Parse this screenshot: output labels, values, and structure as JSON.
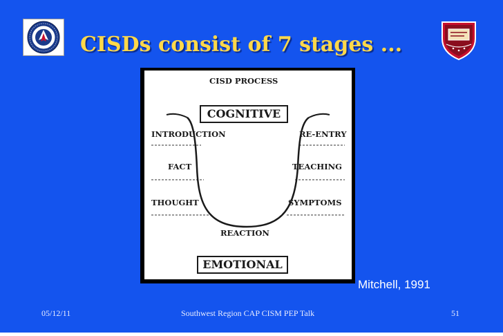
{
  "slide": {
    "title": "CISDs consist of 7 stages ...",
    "citation": "Mitchell, 1991"
  },
  "diagram": {
    "heading": "CISD PROCESS",
    "top_box": "COGNITIVE",
    "bottom_box": "EMOTIONAL",
    "left_stages": [
      "INTRODUCTION",
      "FACT",
      "THOUGHT"
    ],
    "right_stages": [
      "RE-ENTRY",
      "TEACHING",
      "SYMPTOMS"
    ],
    "bottom_stage": "REACTION"
  },
  "footer": {
    "date": "05/12/11",
    "center": "Southwest Region CAP CISM PEP Talk",
    "page": "51"
  },
  "colors": {
    "background": "#1454ee",
    "title": "#ffd84a",
    "text": "#ffffff"
  },
  "logos": {
    "left": "civil-air-patrol-seal",
    "right": "school-crest-shield"
  }
}
